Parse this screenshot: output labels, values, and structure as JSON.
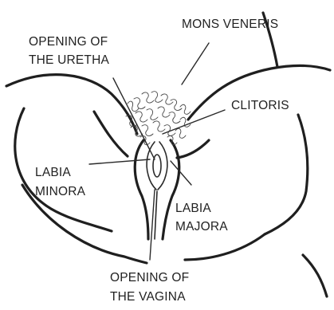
{
  "labels": {
    "mons_veneris": "MONS VENERIS",
    "urethra_line1": "OPENING OF",
    "urethra_line2": "THE URETHA",
    "clitoris": "CLITORIS",
    "labia_minora_line1": "LABIA",
    "labia_minora_line2": "MINORA",
    "labia_majora_line1": "LABIA",
    "labia_majora_line2": "MAJORA",
    "vagina_line1": "OPENING OF",
    "vagina_line2": "THE VAGINA"
  }
}
